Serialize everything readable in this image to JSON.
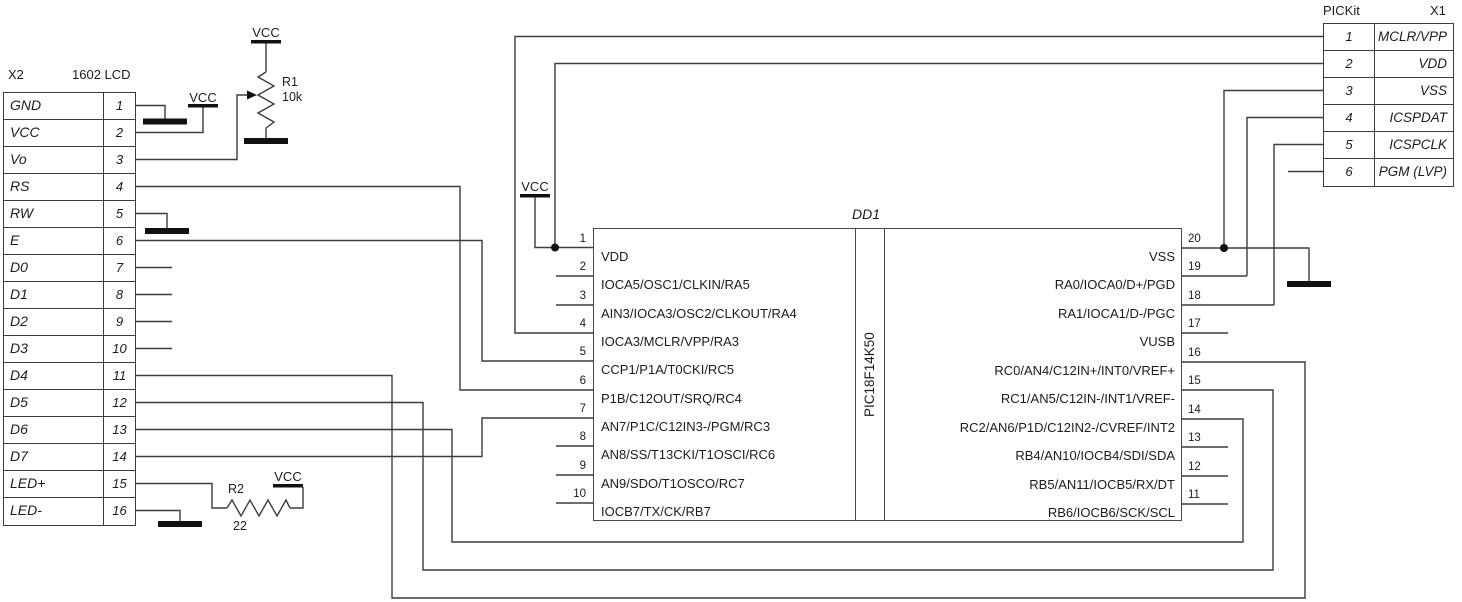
{
  "lcd": {
    "ref": "X2",
    "title": "1602 LCD",
    "pins": [
      {
        "num": "1",
        "name": "GND"
      },
      {
        "num": "2",
        "name": "VCC"
      },
      {
        "num": "3",
        "name": "Vo"
      },
      {
        "num": "4",
        "name": "RS"
      },
      {
        "num": "5",
        "name": "RW"
      },
      {
        "num": "6",
        "name": "E"
      },
      {
        "num": "7",
        "name": "D0"
      },
      {
        "num": "8",
        "name": "D1"
      },
      {
        "num": "9",
        "name": "D2"
      },
      {
        "num": "10",
        "name": "D3"
      },
      {
        "num": "11",
        "name": "D4"
      },
      {
        "num": "12",
        "name": "D5"
      },
      {
        "num": "13",
        "name": "D6"
      },
      {
        "num": "14",
        "name": "D7"
      },
      {
        "num": "15",
        "name": "LED+"
      },
      {
        "num": "16",
        "name": "LED-"
      }
    ]
  },
  "mcu": {
    "ref": "DD1",
    "part": "PIC18F14K50",
    "left_pins": [
      {
        "num": "1",
        "name": "VDD"
      },
      {
        "num": "2",
        "name": "IOCA5/OSC1/CLKIN/RA5"
      },
      {
        "num": "3",
        "name": "AIN3/IOCA3/OSC2/CLKOUT/RA4"
      },
      {
        "num": "4",
        "name": "IOCA3/MCLR/VPP/RA3"
      },
      {
        "num": "5",
        "name": "CCP1/P1A/T0CKI/RC5"
      },
      {
        "num": "6",
        "name": "P1B/C12OUT/SRQ/RC4"
      },
      {
        "num": "7",
        "name": "AN7/P1C/C12IN3-/PGM/RC3"
      },
      {
        "num": "8",
        "name": "AN8/SS/T13CKI/T1OSCI/RC6"
      },
      {
        "num": "9",
        "name": "AN9/SDO/T1OSCO/RC7"
      },
      {
        "num": "10",
        "name": "IOCB7/TX/CK/RB7"
      }
    ],
    "right_pins": [
      {
        "num": "20",
        "name": "VSS"
      },
      {
        "num": "19",
        "name": "RA0/IOCA0/D+/PGD"
      },
      {
        "num": "18",
        "name": "RA1/IOCA1/D-/PGC"
      },
      {
        "num": "17",
        "name": "VUSB"
      },
      {
        "num": "16",
        "name": "RC0/AN4/C12IN+/INT0/VREF+"
      },
      {
        "num": "15",
        "name": "RC1/AN5/C12IN-/INT1/VREF-"
      },
      {
        "num": "14",
        "name": "RC2/AN6/P1D/C12IN2-/CVREF/INT2"
      },
      {
        "num": "13",
        "name": "RB4/AN10/IOCB4/SDI/SDA"
      },
      {
        "num": "12",
        "name": "RB5/AN11/IOCB5/RX/DT"
      },
      {
        "num": "11",
        "name": "RB6/IOCB6/SCK/SCL"
      }
    ]
  },
  "pickit": {
    "ref": "X1",
    "title": "PICKit",
    "pins": [
      {
        "num": "1",
        "name": "MCLR/VPP"
      },
      {
        "num": "2",
        "name": "VDD"
      },
      {
        "num": "3",
        "name": "VSS"
      },
      {
        "num": "4",
        "name": "ICSPDAT"
      },
      {
        "num": "5",
        "name": "ICSPCLK"
      },
      {
        "num": "6",
        "name": "PGM (LVP)"
      }
    ]
  },
  "components": {
    "r1": {
      "ref": "R1",
      "value": "10k"
    },
    "r2": {
      "ref": "R2",
      "value": "22"
    }
  },
  "power": {
    "vcc_label": "VCC"
  },
  "colors": {
    "wire": "#3d3d3d",
    "text": "#1c1c1c",
    "background": "#ffffff"
  }
}
